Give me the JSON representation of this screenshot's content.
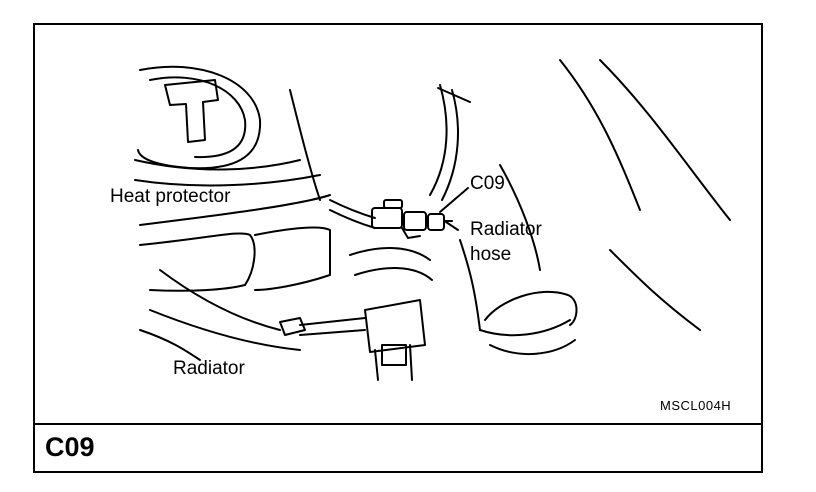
{
  "labels": {
    "heat_protector": "Heat protector",
    "connector": "C09",
    "radiator_hose_line1": "Radiator",
    "radiator_hose_line2": "hose",
    "radiator": "Radiator"
  },
  "figure_code": "MSCL004H",
  "figure_title": "C09"
}
